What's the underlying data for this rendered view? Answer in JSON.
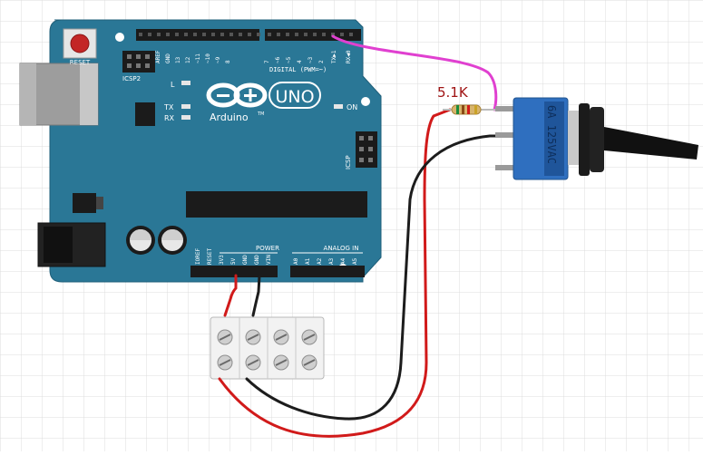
{
  "board": {
    "reset_label": "RESET",
    "icsp2_label": "ICSP2",
    "icsp_label": "ICSP",
    "logo_uno": "UNO",
    "logo_brand": "Arduino",
    "logo_tm": "TM",
    "led_l": "L",
    "led_tx": "TX",
    "led_rx": "RX",
    "on_label": "ON",
    "digital_label": "DIGITAL (PWM=~)",
    "power_label": "POWER",
    "analog_label": "ANALOG IN",
    "digital_pins": [
      "AREF",
      "GND",
      "13",
      "12",
      "~11",
      "~10",
      "~9",
      "8",
      "7",
      "~6",
      "~5",
      "4",
      "~3",
      "2",
      "TX▶1",
      "RX◀0"
    ],
    "power_pins": [
      "IOREF",
      "RESET",
      "3V3",
      "5V",
      "GND",
      "GND",
      "VIN"
    ],
    "analog_pins": [
      "A0",
      "A1",
      "A2",
      "A3",
      "A4",
      "A5"
    ]
  },
  "resistor": {
    "label": "5.1K"
  },
  "switch": {
    "marking": "6A 125VAC"
  },
  "colors": {
    "board": "#2a7796",
    "wire_red": "#d11a1a",
    "wire_black": "#1c1c1c",
    "wire_magenta": "#e040d0",
    "resistor_label": "#a01414",
    "switch_body": "#2f6fbf"
  }
}
